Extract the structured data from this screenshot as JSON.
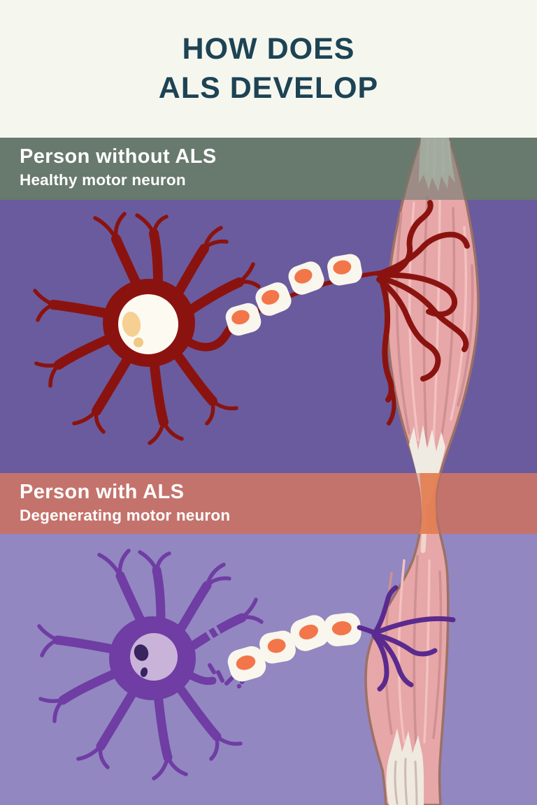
{
  "title": {
    "line1": "HOW DOES",
    "line2": "ALS DEVELOP"
  },
  "sections": [
    {
      "id": "without-als",
      "heading": "Person without ALS",
      "subheading": "Healthy motor neuron"
    },
    {
      "id": "with-als",
      "heading": "Person with ALS",
      "subheading": "Degenerating motor neuron"
    }
  ],
  "colors": {
    "page_background": "#f5f7ef",
    "title_text": "#1d4354",
    "band_text": "#ffffff",
    "band_healthy": "#68796d",
    "band_als": "#c4736c",
    "panel_healthy": "#6a5b9e",
    "panel_als": "#9287c1",
    "neuron_healthy": "#8a1310",
    "neuron_als": "#6f3da3",
    "nerve_endings_als": "#5b2a8e",
    "myelin": "#f9f6ed",
    "myelin_node_orange": "#f2764a",
    "muscle_fill": "#e7a6a7",
    "muscle_outline": "#9c7166",
    "muscle_striation_light": "#f2c1c0",
    "muscle_striation_dark": "#cf9093",
    "tendon_white": "#f2ecdf",
    "nucleus_healthy": "#fdfaf1",
    "nucleolus_healthy": "#f6cf92",
    "nucleus_als": "#c9b3d9",
    "nucleolus_als": "#38255f"
  }
}
